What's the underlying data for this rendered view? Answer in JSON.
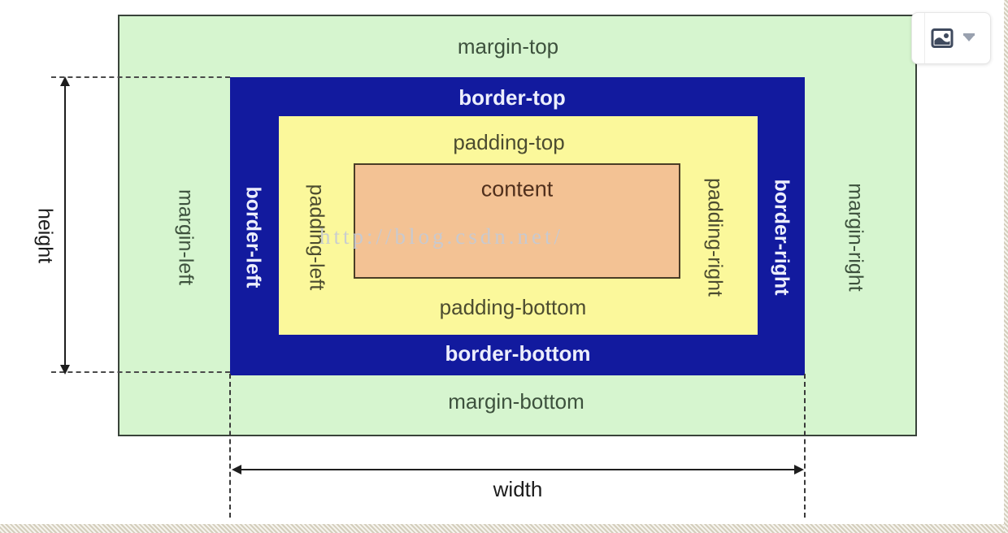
{
  "box_model": {
    "margin": {
      "top": "margin-top",
      "right": "margin-right",
      "bottom": "margin-bottom",
      "left": "margin-left"
    },
    "border": {
      "top": "border-top",
      "right": "border-right",
      "bottom": "border-bottom",
      "left": "border-left"
    },
    "padding": {
      "top": "padding-top",
      "right": "padding-right",
      "bottom": "padding-bottom",
      "left": "padding-left"
    },
    "content_label": "content",
    "dimension_labels": {
      "width": "width",
      "height": "height"
    }
  },
  "watermark": {
    "text": "http://blog.csdn.net/"
  },
  "overlay_button": {
    "icons": [
      {
        "name": "image-icon"
      },
      {
        "name": "caret-down-icon"
      }
    ]
  },
  "colors": {
    "margin_bg": "#d6f5cf",
    "border_bg": "#121a9e",
    "padding_bg": "#fbf89b",
    "content_bg": "#f3c294",
    "margin_text": "#3d513d",
    "border_text": "#eceefc",
    "padding_text": "#4c4c30",
    "content_text": "#50301d",
    "dimension_text": "#1c1c1c",
    "watermark_text_color": "#c5cad4",
    "page_edge_texture": "#eae6d9"
  }
}
